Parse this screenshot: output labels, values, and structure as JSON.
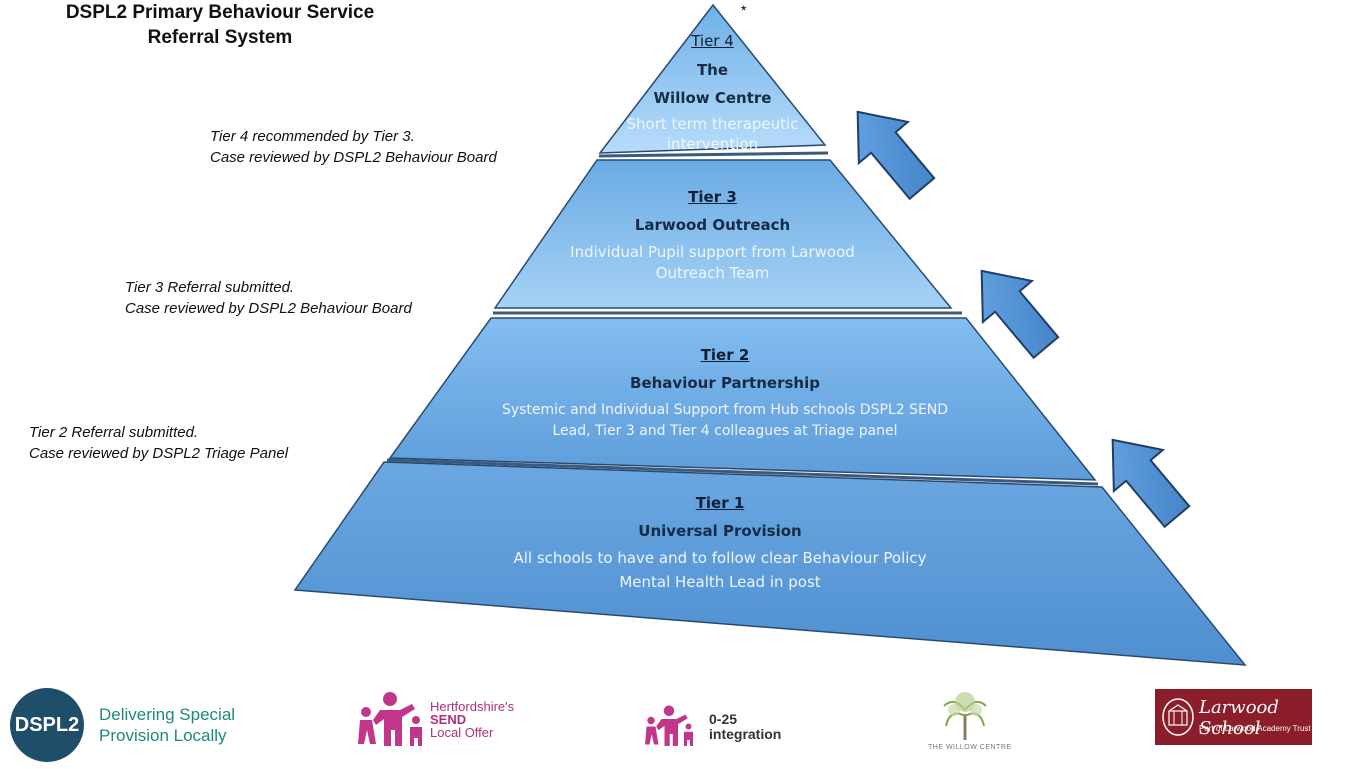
{
  "title": {
    "line1": "DSPL2 Primary Behaviour Service",
    "line2": "Referral System"
  },
  "asterisk": "*",
  "notes": {
    "tier4": [
      "Tier 4 recommended by Tier 3.",
      "Case reviewed by DSPL2 Behaviour Board"
    ],
    "tier3": [
      "Tier 3 Referral submitted.",
      "Case reviewed by DSPL2 Behaviour Board"
    ],
    "tier2": [
      "Tier 2 Referral submitted.",
      "Case reviewed by DSPL2 Triage Panel"
    ]
  },
  "tiers": [
    {
      "label": "Tier 4",
      "name_lines": [
        "The",
        "Willow Centre"
      ],
      "desc_lines": [
        "Short term therapeutic",
        "intervention"
      ]
    },
    {
      "label": "Tier 3",
      "name_lines": [
        "Larwood Outreach"
      ],
      "desc_lines": [
        "Individual Pupil support from Larwood",
        "Outreach Team"
      ]
    },
    {
      "label": "Tier 2",
      "name_lines": [
        "Behaviour Partnership"
      ],
      "desc_lines": [
        "Systemic and Individual Support from Hub schools DSPL2 SEND",
        "Lead, Tier 3 and Tier 4 colleagues at Triage panel"
      ]
    },
    {
      "label": "Tier 1",
      "name_lines": [
        "Universal Provision"
      ],
      "desc_lines": [
        "All schools to have and to follow clear Behaviour Policy",
        "Mental Health Lead in post"
      ]
    }
  ],
  "colors": {
    "pyramid_light": "#a9d4f7",
    "pyramid_dark": "#5b9ad6",
    "arrow": "#4f8fd3",
    "outline": "#2b4a6e"
  },
  "logos": {
    "dspl2": {
      "badge": "DSPL2",
      "line1": "Delivering Special",
      "line2": "Provision Locally"
    },
    "herts": {
      "line1": "Hertfordshire's",
      "line2": "SEND",
      "line3": "Local Offer"
    },
    "integration": {
      "line1": "0-25",
      "line2": "integration"
    },
    "willow": {
      "text": "THE WILLOW CENTRE"
    },
    "larwood": {
      "name": "Larwood School",
      "sub": "Part of Larwood Academy Trust"
    }
  }
}
